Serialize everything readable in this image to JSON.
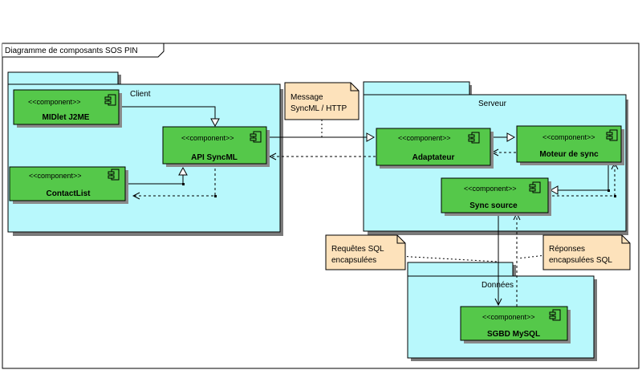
{
  "frame": {
    "title": "Diagramme de composants SOS PIN"
  },
  "packages": {
    "client": {
      "label": "Client"
    },
    "serveur": {
      "label": "Serveur"
    },
    "donnees": {
      "label": "Données"
    }
  },
  "stereotype": "<<component>>",
  "components": {
    "midlet": {
      "name": "MIDlet J2ME"
    },
    "contactlist": {
      "name": "ContactList"
    },
    "api_syncml": {
      "name": "API SyncML"
    },
    "adaptateur": {
      "name": "Adaptateur"
    },
    "moteur_sync": {
      "name": "Moteur de sync"
    },
    "sync_source": {
      "name": "Sync source"
    },
    "sgbd_mysql": {
      "name": "SGBD MySQL"
    }
  },
  "notes": {
    "message": {
      "line1": "Message",
      "line2": "SyncML / HTTP"
    },
    "requetes": {
      "line1": "Requêtes SQL",
      "line2": "encapsulées"
    },
    "reponses": {
      "line1": "Réponses",
      "line2": "encapsulées SQL"
    }
  },
  "colors": {
    "package_fill": "#b8f8fc",
    "component_fill": "#55c84a",
    "note_fill": "#fde2bb",
    "shadow": "#9a9a9a"
  }
}
